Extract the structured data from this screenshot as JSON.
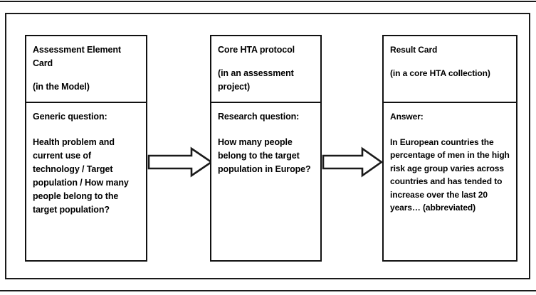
{
  "figure": {
    "name": "hta-question-flow",
    "cards": [
      {
        "id": "assessment-element-card",
        "title": "Assessment Element Card",
        "subtitle": "(in the Model)",
        "field_label": "Generic question:",
        "field_text": "Health problem and current use of technology / Target population / How many people belong to the target population?"
      },
      {
        "id": "core-hta-protocol",
        "title": "Core HTA protocol",
        "subtitle": "(in an assessment project)",
        "field_label": "Research question:",
        "field_text": "How many people belong to the target population in Europe?"
      },
      {
        "id": "result-card",
        "title": "Result Card",
        "subtitle": "(in a core HTA collection)",
        "field_label": "Answer:",
        "field_text": "In European countries the percentage of men in the high risk age group varies across countries and has tended to increase over the last 20 years… (abbreviated)"
      }
    ],
    "arrows": [
      {
        "id": "arrow-card1-to-card2",
        "icon": "block-arrow-right-icon"
      },
      {
        "id": "arrow-card2-to-card3",
        "icon": "block-arrow-right-icon"
      }
    ],
    "colors": {
      "stroke": "#111111",
      "frame": "#1a1a1a",
      "background": "#ffffff",
      "text": "#000000"
    }
  }
}
